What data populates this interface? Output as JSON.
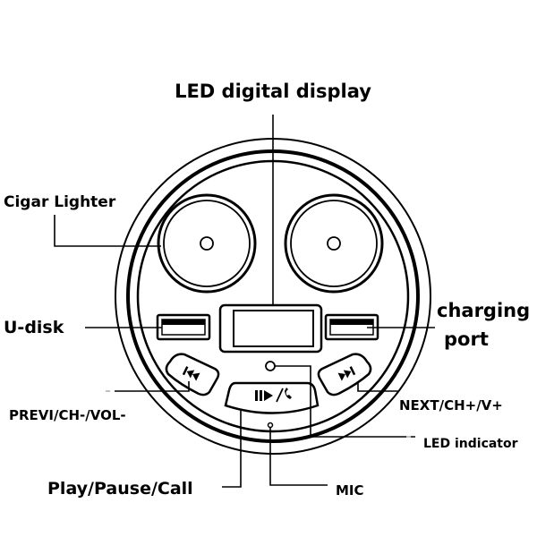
{
  "labels": {
    "led_display": "LED digital display",
    "cigar_lighter": "Cigar Lighter",
    "u_disk": "U-disk",
    "charging_line1": "charging",
    "charging_line2": "port",
    "previ": "PREVI/CH-/VOL-",
    "next": "NEXT/CH+/V+",
    "led_indicator": "LED indicator",
    "play_pause_call": "Play/Pause/Call",
    "mic": "MIC"
  },
  "colors": {
    "ink": "#000000",
    "background": "#ffffff",
    "faint": "#bfbfbf"
  },
  "icons": {
    "prev": "previous-track-icon",
    "next": "next-track-icon",
    "play_call": "play-pause-call-icon"
  }
}
